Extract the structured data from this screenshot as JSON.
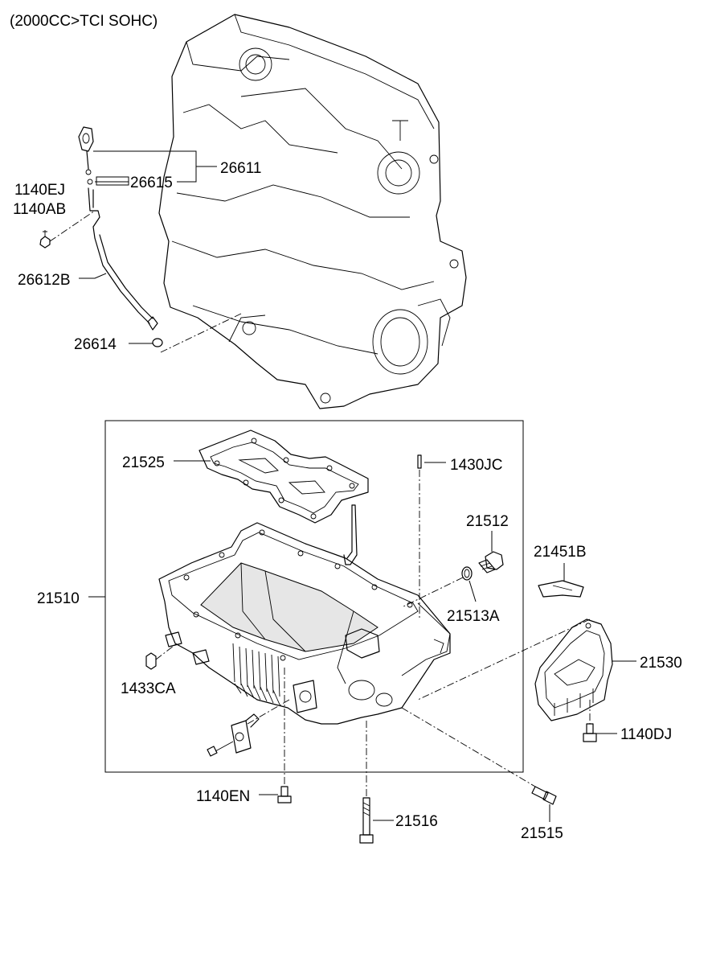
{
  "title": "(2000CC>TCI SOHC)",
  "labels": {
    "p26611": "26611",
    "p26615": "26615",
    "p1140EJ": "1140EJ",
    "p1140AB": "1140AB",
    "p26612B": "26612B",
    "p26614": "26614",
    "p21525": "21525",
    "p1430JC": "1430JC",
    "p21512": "21512",
    "p21451B": "21451B",
    "p21510": "21510",
    "p21513A": "21513A",
    "p21530": "21530",
    "p1433CA": "1433CA",
    "p1140DJ": "1140DJ",
    "p1140EN": "1140EN",
    "p21516": "21516",
    "p21515": "21515"
  }
}
